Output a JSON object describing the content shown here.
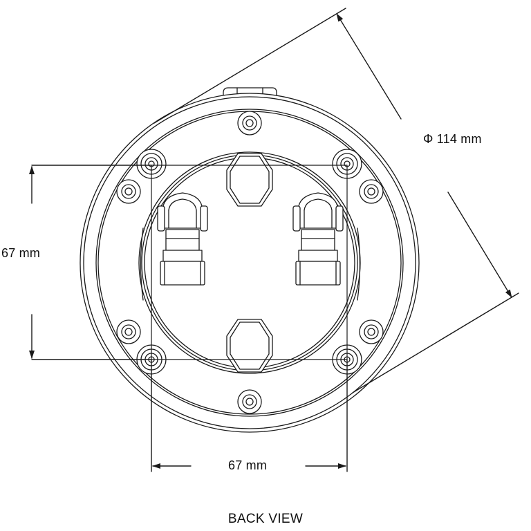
{
  "figure": {
    "view_label": "BACK VIEW",
    "dimensions": {
      "diameter": "Φ 114 mm",
      "vertical_spacing": "67 mm",
      "horizontal_spacing": "67 mm"
    }
  },
  "colors": {
    "line": "#1a1a1a",
    "fill": "#ffffff",
    "background": "#ffffff"
  }
}
